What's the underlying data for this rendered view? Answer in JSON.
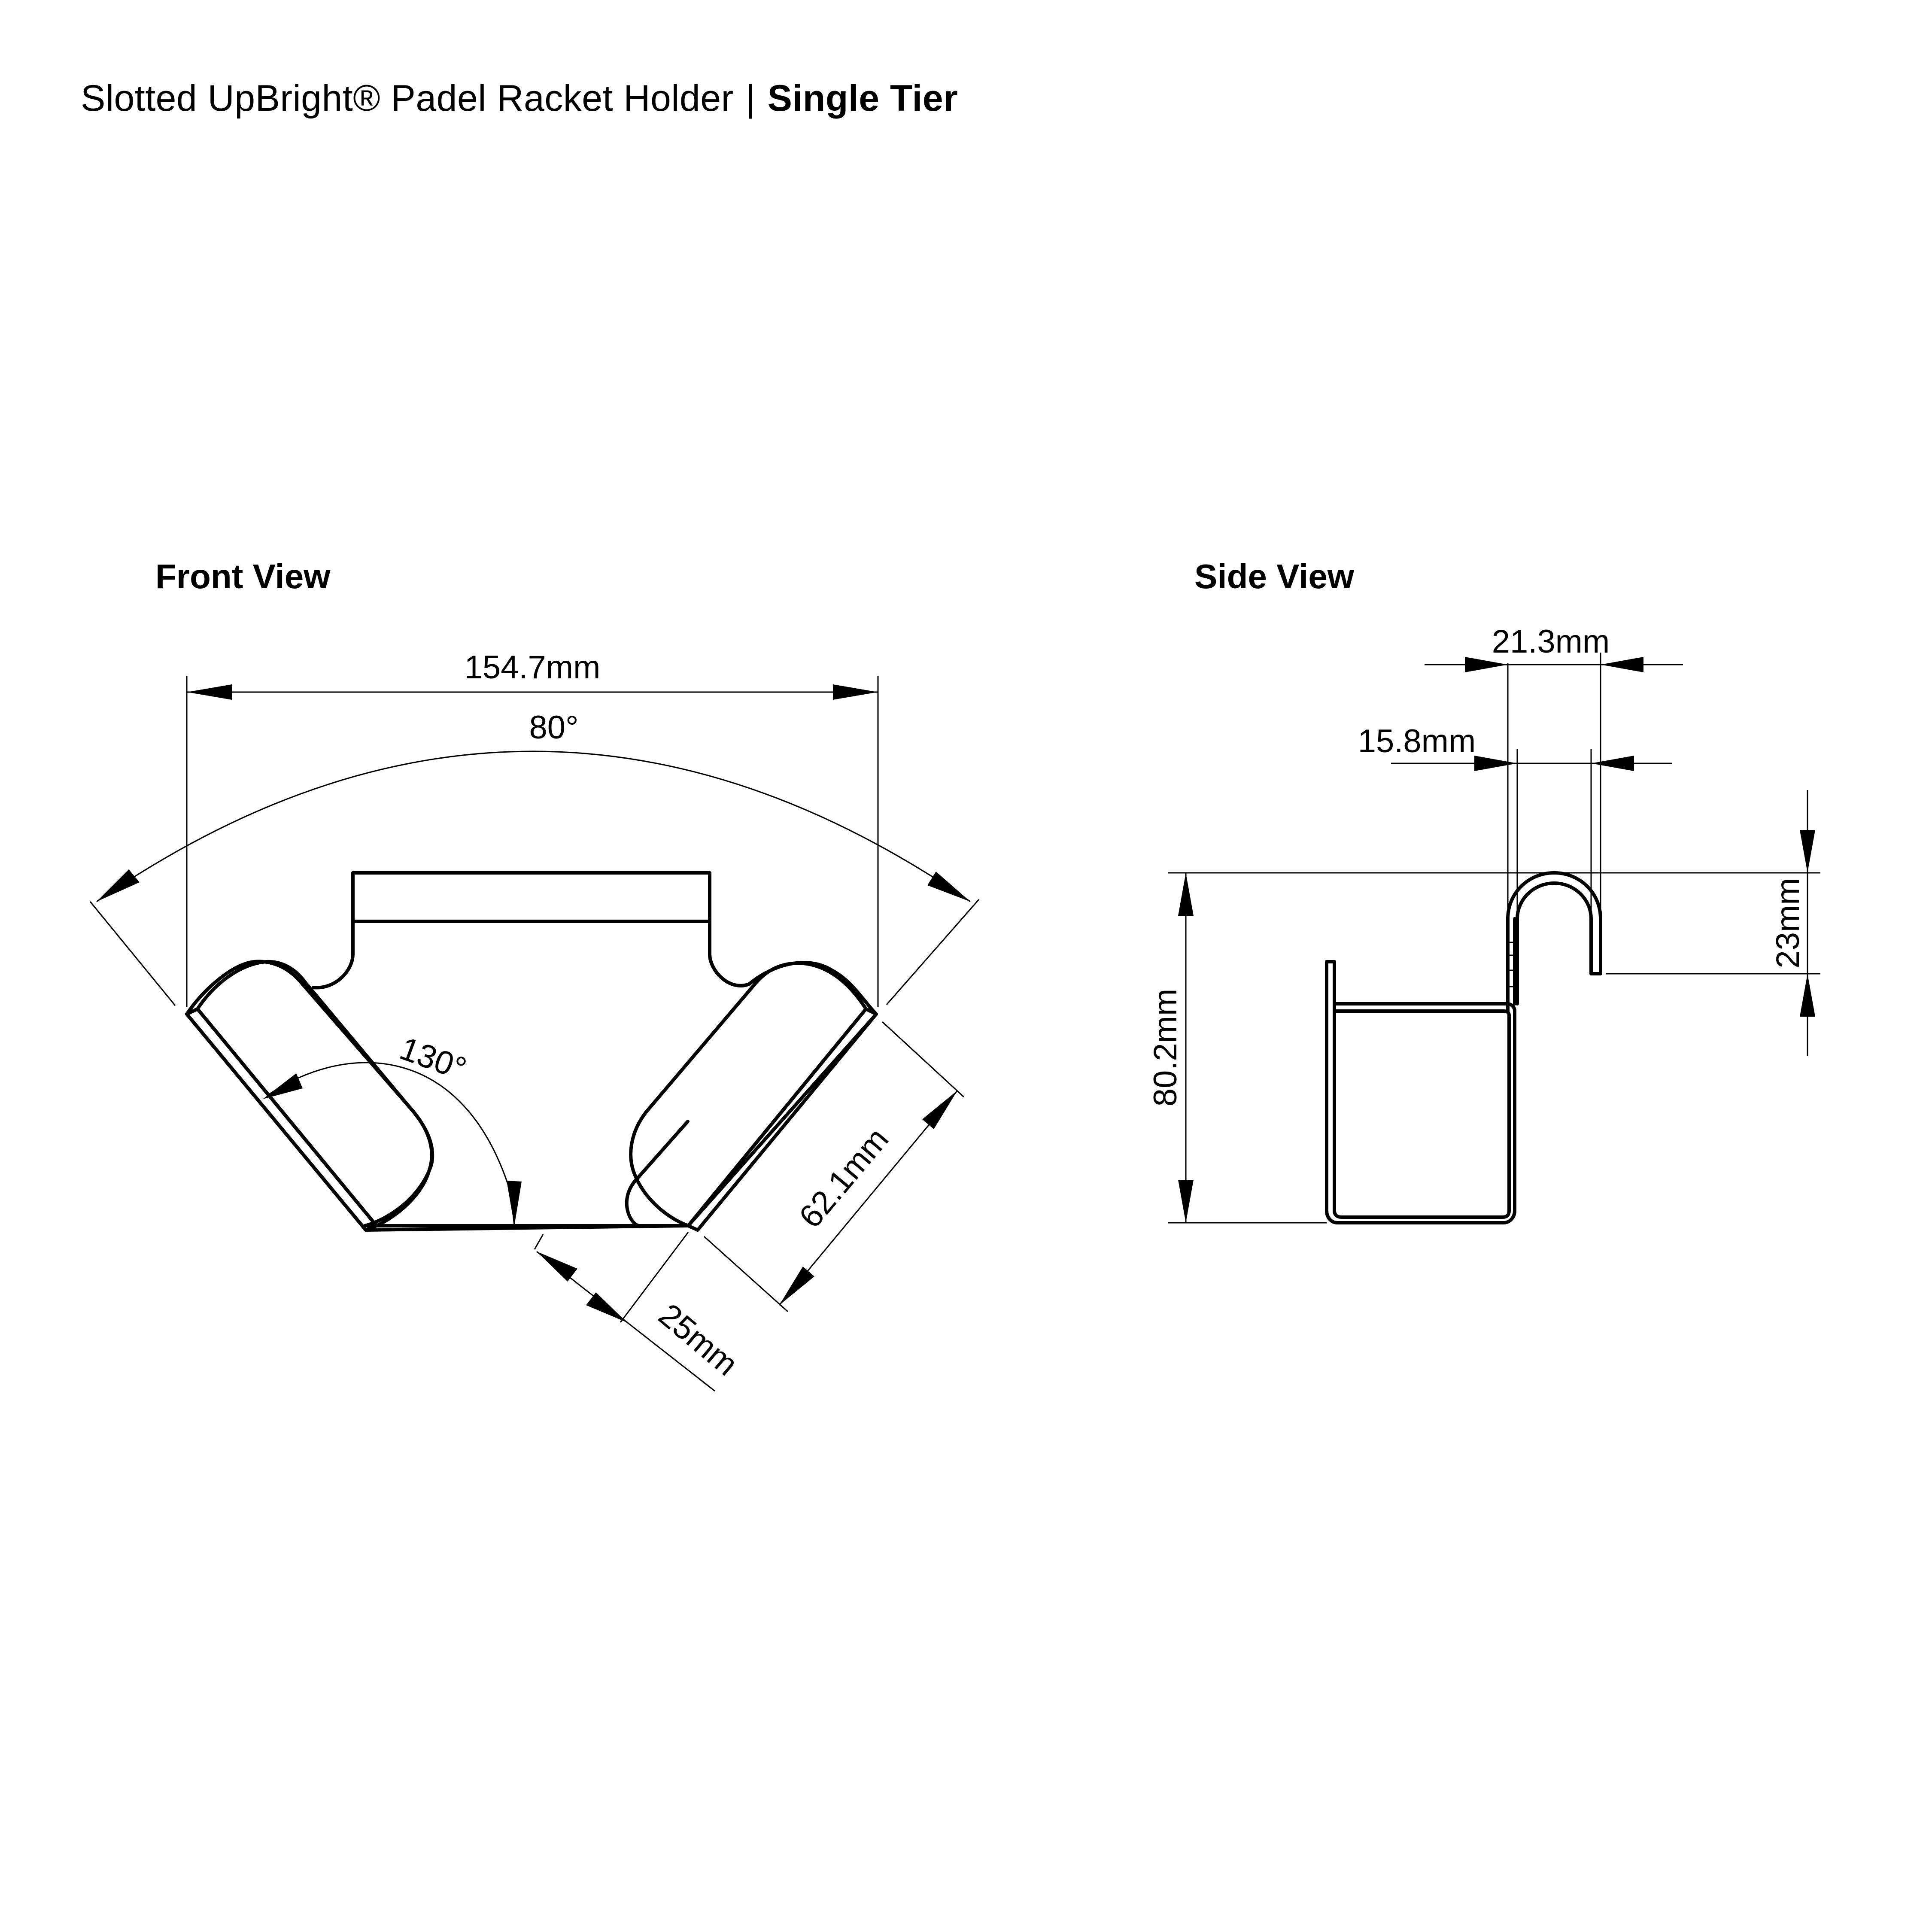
{
  "title": {
    "product": "Slotted UpBright® Padel Racket Holder",
    "separator": "|",
    "variant": "Single Tier"
  },
  "views": {
    "front": {
      "label": "Front View",
      "dimensions": {
        "overall_width": "154.7mm",
        "spread_angle": "80°",
        "inner_angle": "130°",
        "slot_length": "62.1mm",
        "slot_width": "25mm"
      }
    },
    "side": {
      "label": "Side View",
      "dimensions": {
        "hook_outer_width": "21.3mm",
        "hook_inner_width": "15.8mm",
        "overall_height": "80.2mm",
        "hook_depth": "23mm"
      }
    }
  }
}
